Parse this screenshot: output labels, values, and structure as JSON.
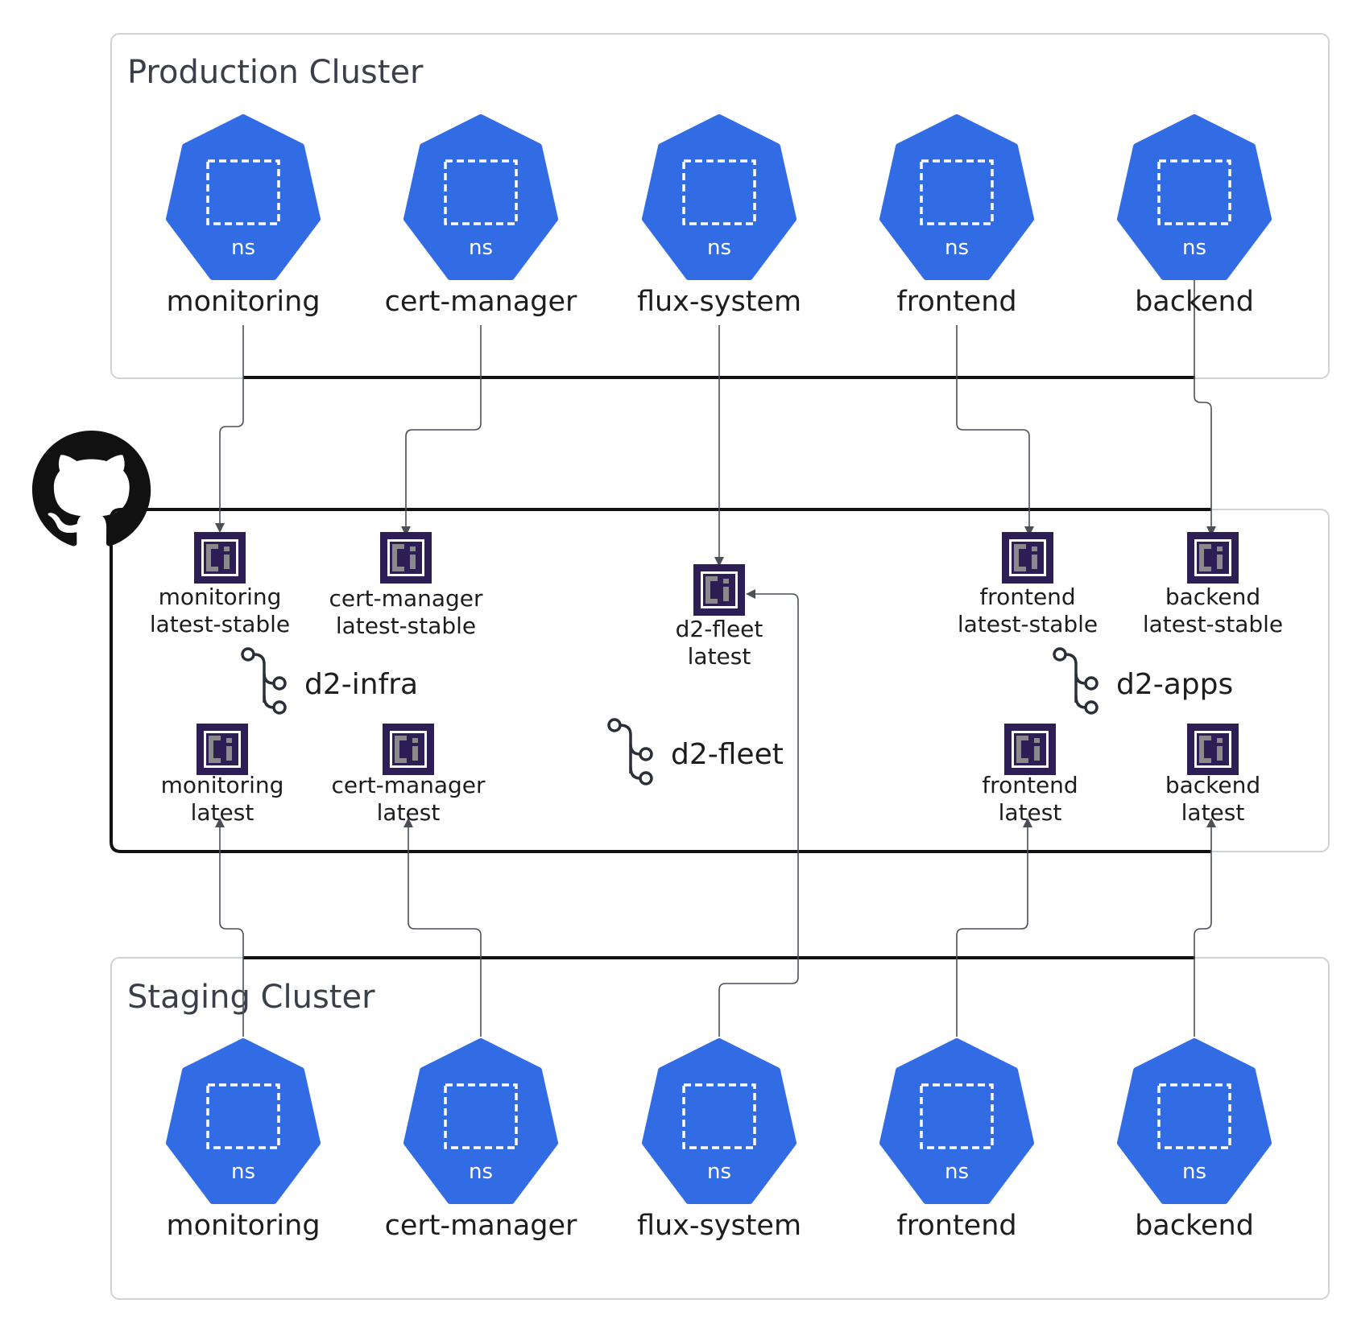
{
  "colors": {
    "k8s_blue": "#326ce5",
    "ci_dark": "#2d1f55",
    "ci_gray": "#6f6f6f",
    "line": "#4a4f58",
    "frame": "#111111"
  },
  "production": {
    "title": "Production Cluster",
    "namespaces": [
      {
        "badge": "ns",
        "label": "monitoring"
      },
      {
        "badge": "ns",
        "label": "cert-manager"
      },
      {
        "badge": "ns",
        "label": "flux-system"
      },
      {
        "badge": "ns",
        "label": "frontend"
      },
      {
        "badge": "ns",
        "label": "backend"
      }
    ]
  },
  "staging": {
    "title": "Staging Cluster",
    "namespaces": [
      {
        "badge": "ns",
        "label": "monitoring"
      },
      {
        "badge": "ns",
        "label": "cert-manager"
      },
      {
        "badge": "ns",
        "label": "flux-system"
      },
      {
        "badge": "ns",
        "label": "frontend"
      },
      {
        "badge": "ns",
        "label": "backend"
      }
    ]
  },
  "github": {
    "icon": "github-icon",
    "repos": {
      "infra": {
        "name": "d2-infra",
        "icon": "git-branch-icon"
      },
      "fleet": {
        "name": "d2-fleet",
        "icon": "git-branch-icon"
      },
      "apps": {
        "name": "d2-apps",
        "icon": "git-branch-icon"
      }
    },
    "artifacts": [
      {
        "line1": "monitoring",
        "line2": "latest-stable"
      },
      {
        "line1": "cert-manager",
        "line2": "latest-stable"
      },
      {
        "line1": "d2-fleet",
        "line2": "latest"
      },
      {
        "line1": "frontend",
        "line2": "latest-stable"
      },
      {
        "line1": "backend",
        "line2": "latest-stable"
      },
      {
        "line1": "monitoring",
        "line2": "latest"
      },
      {
        "line1": "cert-manager",
        "line2": "latest"
      },
      {
        "line1": "frontend",
        "line2": "latest"
      },
      {
        "line1": "backend",
        "line2": "latest"
      }
    ]
  }
}
